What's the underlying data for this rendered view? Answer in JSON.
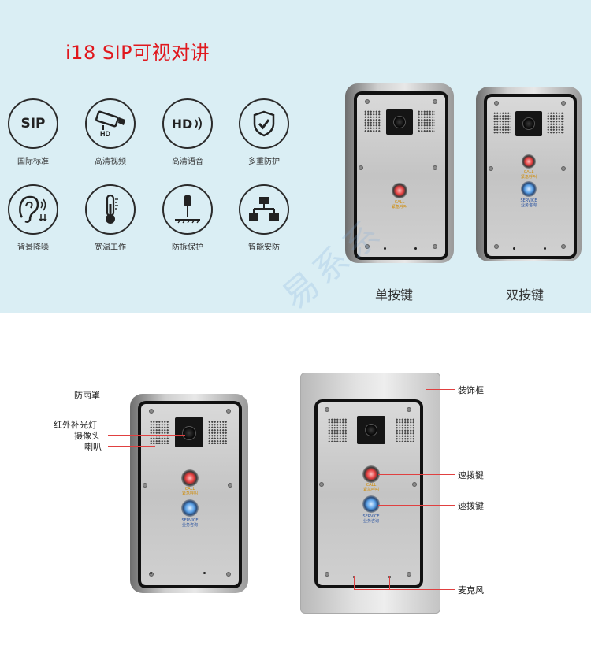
{
  "title": "i18 SIP可视对讲",
  "features": [
    {
      "icon": "sip-icon",
      "text": "SIP",
      "label": "国际标准"
    },
    {
      "icon": "hd-camera-icon",
      "text": "HD",
      "label": "高清视频"
    },
    {
      "icon": "hd-voice-icon",
      "text": "HD",
      "label": "高清语音"
    },
    {
      "icon": "shield-icon",
      "text": "",
      "label": "多重防护"
    },
    {
      "icon": "ear-icon",
      "text": "",
      "label": "背景降噪"
    },
    {
      "icon": "thermometer-icon",
      "text": "",
      "label": "宽温工作"
    },
    {
      "icon": "screwdriver-icon",
      "text": "",
      "label": "防拆保护"
    },
    {
      "icon": "network-icon",
      "text": "",
      "label": "智能安防"
    }
  ],
  "devices": {
    "single_caption": "单按键",
    "double_caption": "双按键",
    "call_label": "CALL",
    "call_sub": "紧急呼叫",
    "service_label": "SERVICE",
    "service_sub": "业务咨询"
  },
  "watermark": "易系系",
  "annotations_left": [
    "防雨罩",
    "红外补光灯",
    "摄像头",
    "喇叭"
  ],
  "annotations_right": [
    "装饰框",
    "速拨键",
    "速拨键",
    "麦克风"
  ]
}
